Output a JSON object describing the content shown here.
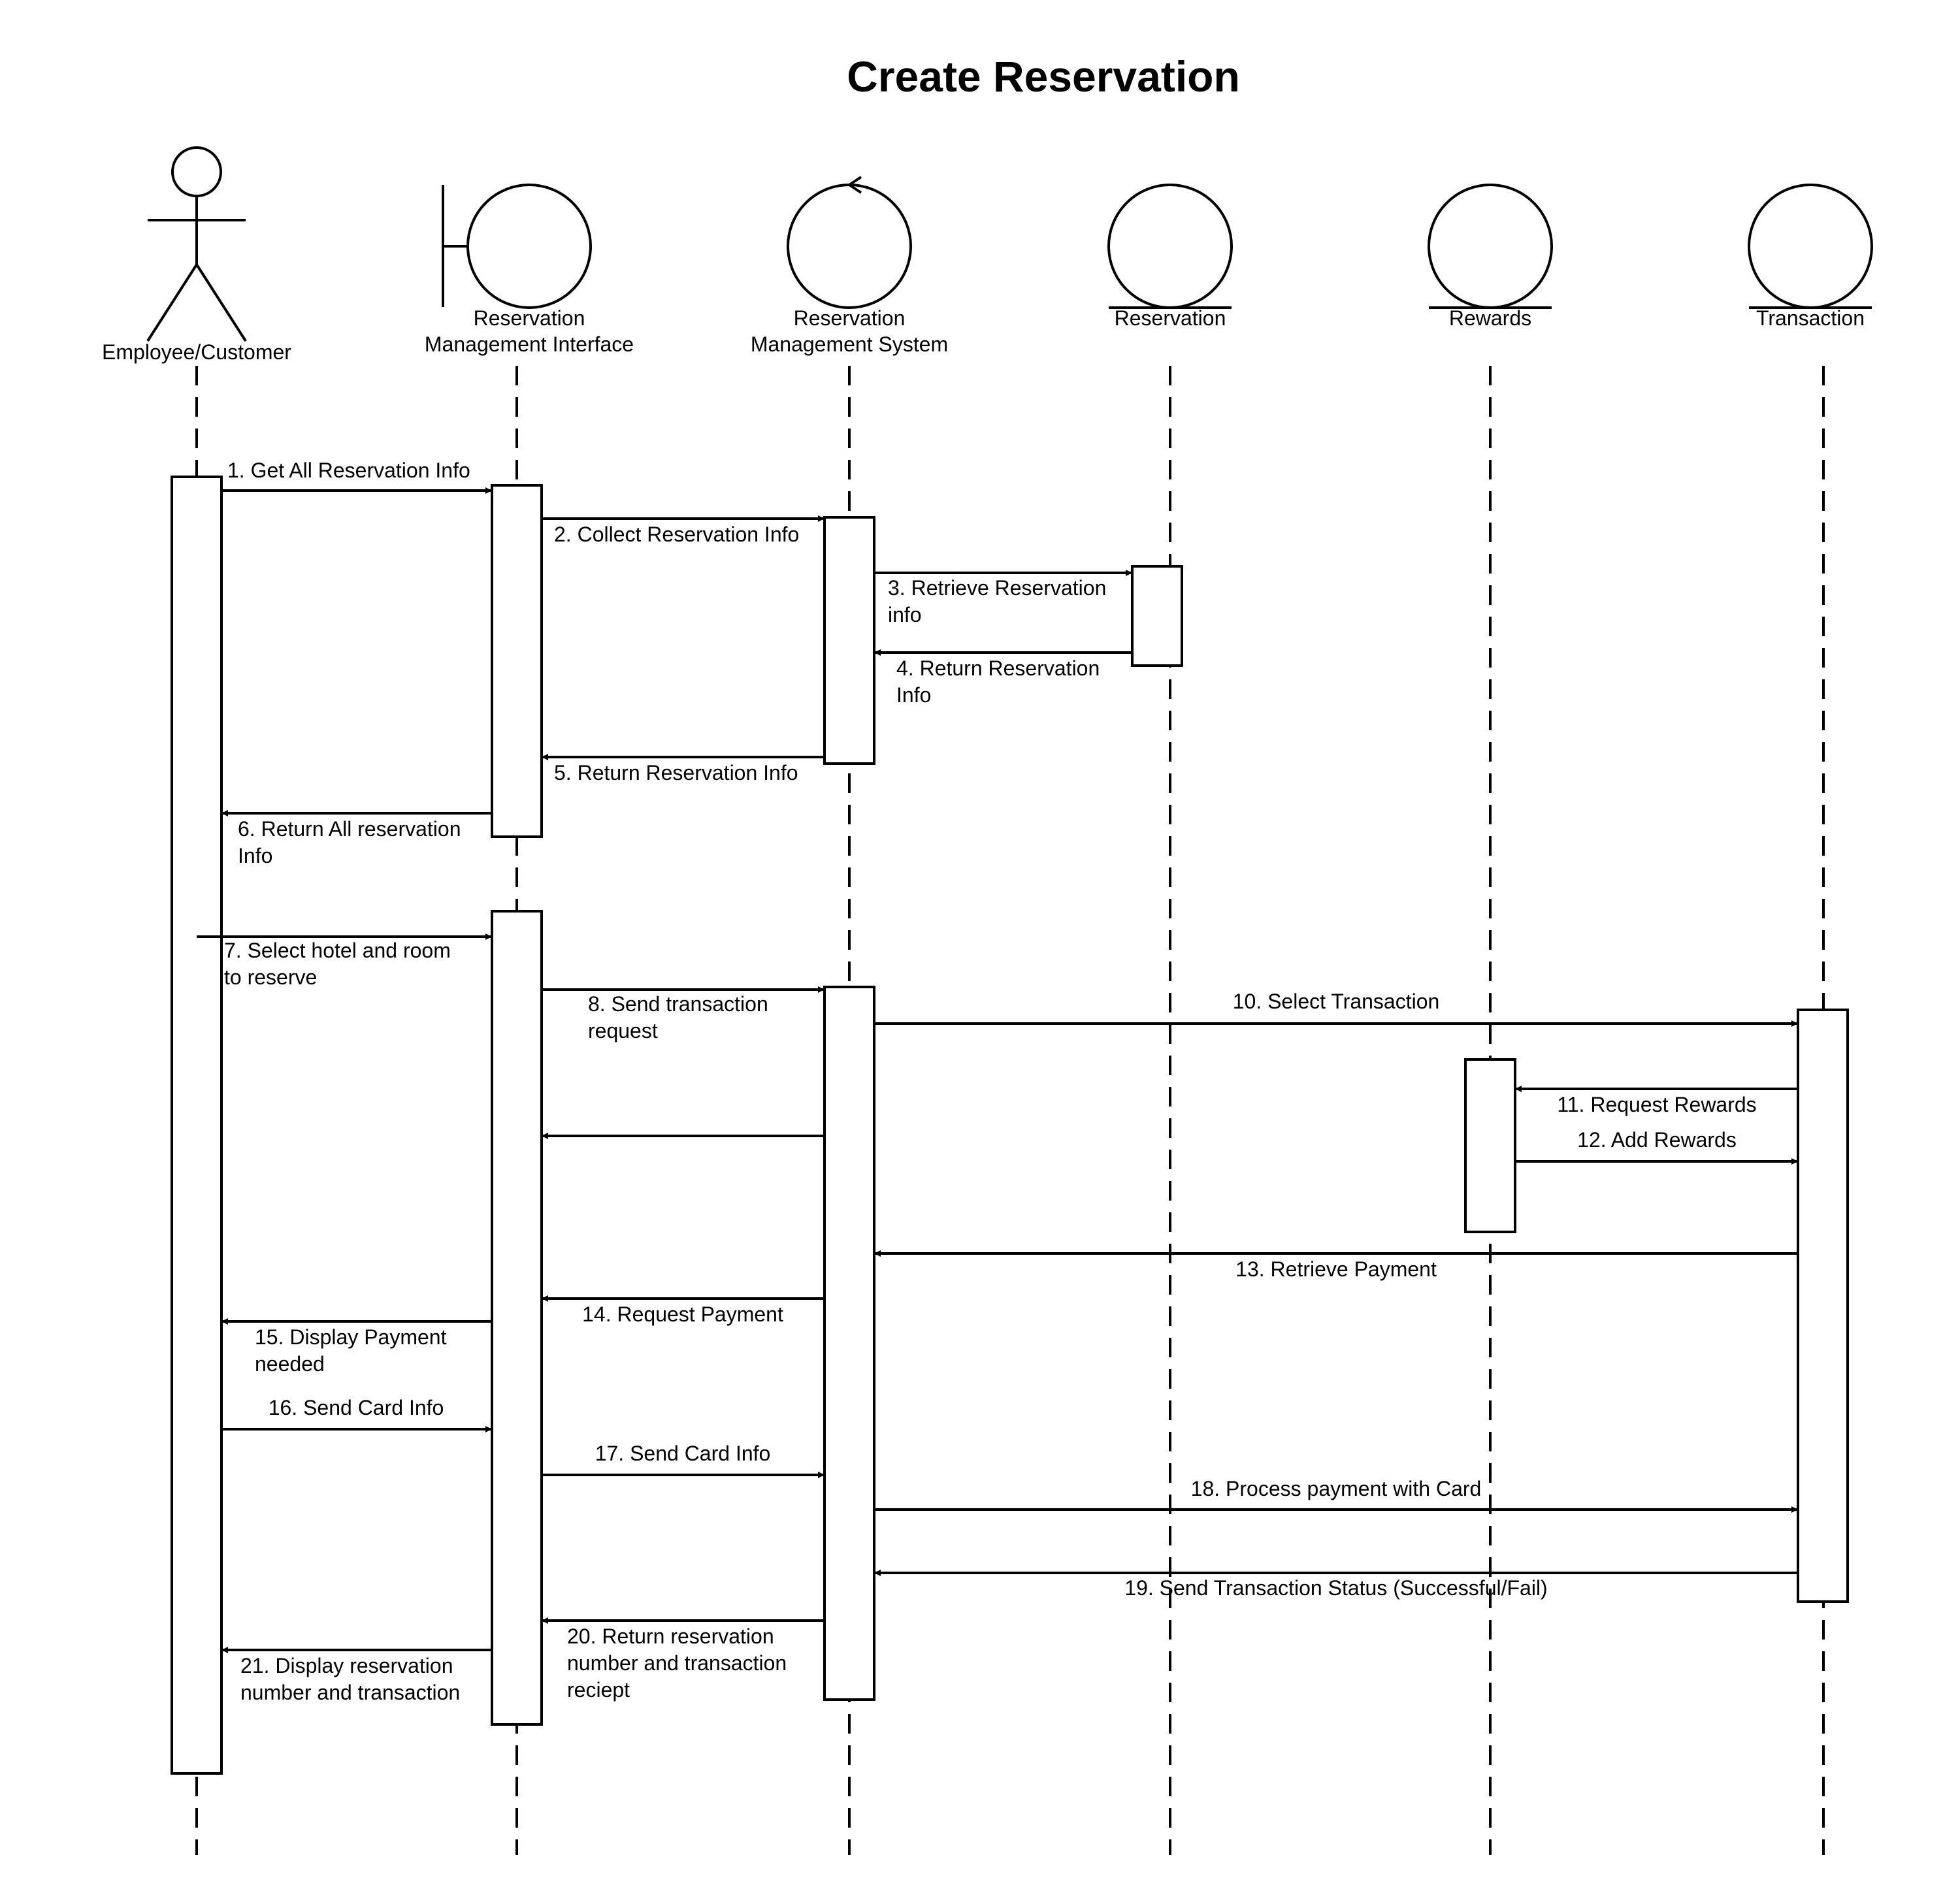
{
  "title": "Create Reservation",
  "participants": [
    {
      "type": "actor",
      "label_lines": [
        "Employee/Customer"
      ]
    },
    {
      "type": "boundary",
      "label_lines": [
        "Reservation",
        "Management Interface"
      ]
    },
    {
      "type": "control",
      "label_lines": [
        "Reservation",
        "Management System"
      ]
    },
    {
      "type": "entity",
      "label_lines": [
        "Reservation"
      ]
    },
    {
      "type": "entity",
      "label_lines": [
        "Rewards"
      ]
    },
    {
      "type": "entity",
      "label_lines": [
        "Transaction"
      ]
    }
  ],
  "messages": [
    {
      "lines": [
        "1. Get All Reservation Info"
      ]
    },
    {
      "lines": [
        "2. Collect Reservation Info"
      ]
    },
    {
      "lines": [
        "3. Retrieve Reservation",
        "info"
      ]
    },
    {
      "lines": [
        "4. Return Reservation",
        "Info"
      ]
    },
    {
      "lines": [
        "5. Return Reservation Info"
      ]
    },
    {
      "lines": [
        "6. Return All reservation",
        " Info"
      ]
    },
    {
      "lines": [
        "7. Select hotel and room",
        "to reserve"
      ]
    },
    {
      "lines": [
        "8. Send transaction",
        "request"
      ]
    },
    {
      "lines": []
    },
    {
      "lines": [
        "10. Select Transaction"
      ]
    },
    {
      "lines": [
        "11. Request Rewards"
      ]
    },
    {
      "lines": [
        "12. Add Rewards"
      ]
    },
    {
      "lines": [
        "13. Retrieve Payment"
      ]
    },
    {
      "lines": [
        "14. Request Payment"
      ]
    },
    {
      "lines": [
        "15. Display Payment",
        "needed"
      ]
    },
    {
      "lines": [
        "16. Send Card Info"
      ]
    },
    {
      "lines": [
        "17. Send Card Info"
      ]
    },
    {
      "lines": [
        "18. Process payment with Card"
      ]
    },
    {
      "lines": [
        "19. Send Transaction Status (Successful/Fail)"
      ]
    },
    {
      "lines": [
        "20. Return reservation",
        "number and transaction",
        "reciept"
      ]
    },
    {
      "lines": [
        "21. Display reservation",
        "number and transaction"
      ]
    }
  ]
}
